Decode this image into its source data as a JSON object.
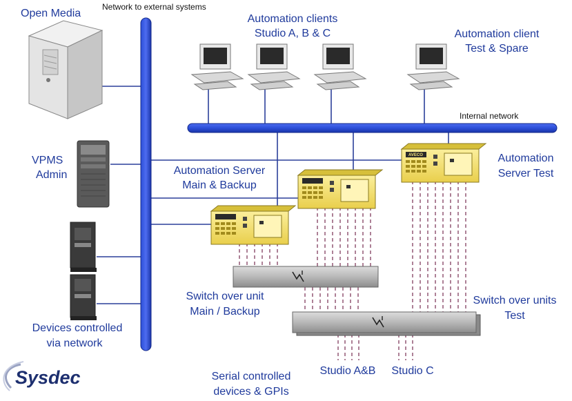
{
  "labels": {
    "open_media": "Open Media",
    "network_external": "Network to external systems",
    "clients_abc_1": "Automation clients",
    "clients_abc_2": "Studio A, B & C",
    "client_test_1": "Automation client",
    "client_test_2": "Test & Spare",
    "internal_network": "Internal network",
    "vpms_1": "VPMS",
    "vpms_2": "Admin",
    "server_main_1": "Automation Server",
    "server_main_2": "Main & Backup",
    "server_test_1": "Automation",
    "server_test_2": "Server Test",
    "switch_main_1": "Switch over unit",
    "switch_main_2": "Main / Backup",
    "switch_test_1": "Switch over units",
    "switch_test_2": "Test",
    "devices_1": "Devices controlled",
    "devices_2": "via network",
    "studio_ab": "Studio A&B",
    "studio_c": "Studio C",
    "serial_1": "Serial controlled",
    "serial_2": "devices & GPIs",
    "logo": "Sysdec",
    "rack_brand": "AVECO"
  },
  "colors": {
    "network_bus": "#1f3fc4",
    "label_text": "#1f3a9c",
    "server_yellow": "#f2e07a",
    "switch_gray": "#b8b8b8",
    "serial_line": "#8a4a6a"
  }
}
